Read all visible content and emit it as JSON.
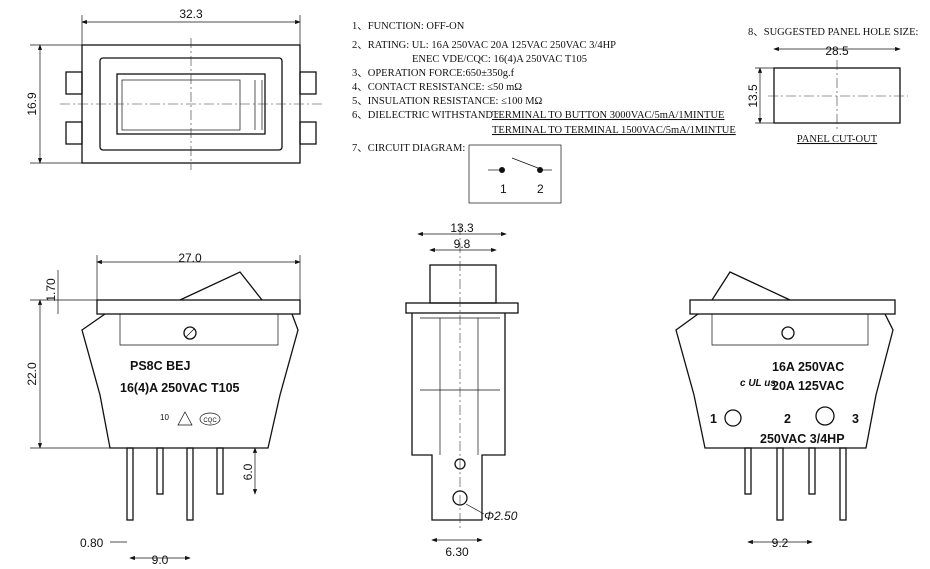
{
  "specs": {
    "function": "1、FUNCTION:   OFF-ON",
    "rating_line1": "2、RATING:   UL: 16A 250VAC     20A 125VAC   250VAC 3/4HP",
    "rating_line2": "ENEC VDE/CQC: 16(4)A 250VAC T105",
    "operation_force": "3、OPERATION FORCE:650±350g.f",
    "contact_resistance": "4、CONTACT RESISTANCE:  ≤50 mΩ",
    "insulation_resistance": "5、INSULATION RESISTANCE:  ≤100 MΩ",
    "dielectric_label": "6、DIELECTRIC WITHSTAND :",
    "dielectric_line1": "TERMINAL TO BUTTON 3000VAC/5mA/1MINTUE",
    "dielectric_line2": "TERMINAL TO TERMINAL 1500VAC/5mA/1MINTUE",
    "circuit_diagram": "7、CIRCUIT DIAGRAM:",
    "circuit_pin1": "1",
    "circuit_pin2": "2",
    "panel_hole": "8、SUGGESTED PANEL HOLE SIZE:",
    "panel_cutout": "PANEL CUT-OUT"
  },
  "dimensions": {
    "top_width": "32.3",
    "top_height": "16.9",
    "panel_width": "28.5",
    "panel_height": "13.5",
    "front_width": "27.0",
    "front_flange": "1.70",
    "front_height": "22.0",
    "terminal_length": "6.0",
    "terminal_thickness": "0.80",
    "terminal_pitch": "9.0",
    "side_width": "13.3",
    "side_button": "9.8",
    "side_hole": "Φ2.50",
    "side_terminal": "6.30",
    "right_pitch": "9.2"
  },
  "markings": {
    "front_model": "PS8C  BEJ",
    "front_rating": "16(4)A 250VAC T105",
    "front_cert_10": "10",
    "front_cert_cqc": "CQC",
    "right_rating1": "16A 250VAC",
    "right_rating2": "20A 125VAC",
    "right_hp": "250VAC 3/4HP",
    "right_ul": "c UL us",
    "right_pin1": "1",
    "right_pin2": "2",
    "right_pin3": "3"
  }
}
